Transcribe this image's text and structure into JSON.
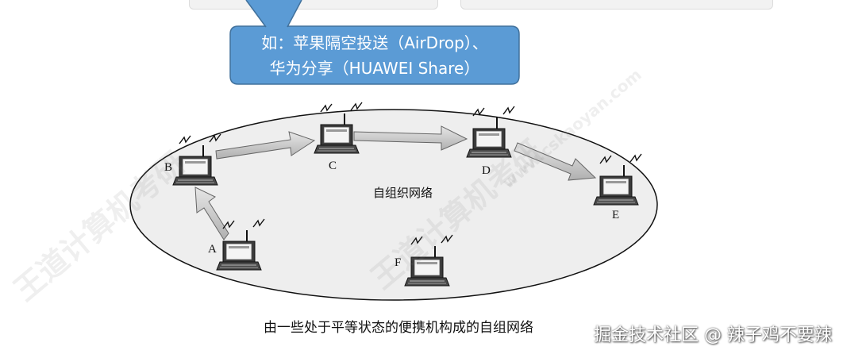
{
  "callout": {
    "line1": "如：苹果隔空投送（AirDrop）、",
    "line2": "华为分享（HUAWEI Share）"
  },
  "network": {
    "label": "自组织网络",
    "nodes": [
      {
        "id": "A"
      },
      {
        "id": "B"
      },
      {
        "id": "C"
      },
      {
        "id": "D"
      },
      {
        "id": "E"
      },
      {
        "id": "F"
      }
    ]
  },
  "caption": "由一些处于平等状态的便携机构成的自组网络",
  "credit": "掘金技术社区 @ 辣子鸡不要辣",
  "watermark": {
    "brand": "王道计算机考研",
    "url": "www.cskaoyan.com"
  },
  "colors": {
    "callout_fill": "#5b9bd5",
    "callout_border": "#41719c",
    "ellipse_fill": "#eeeeee",
    "arrow_fill": "#c8c8c8"
  }
}
